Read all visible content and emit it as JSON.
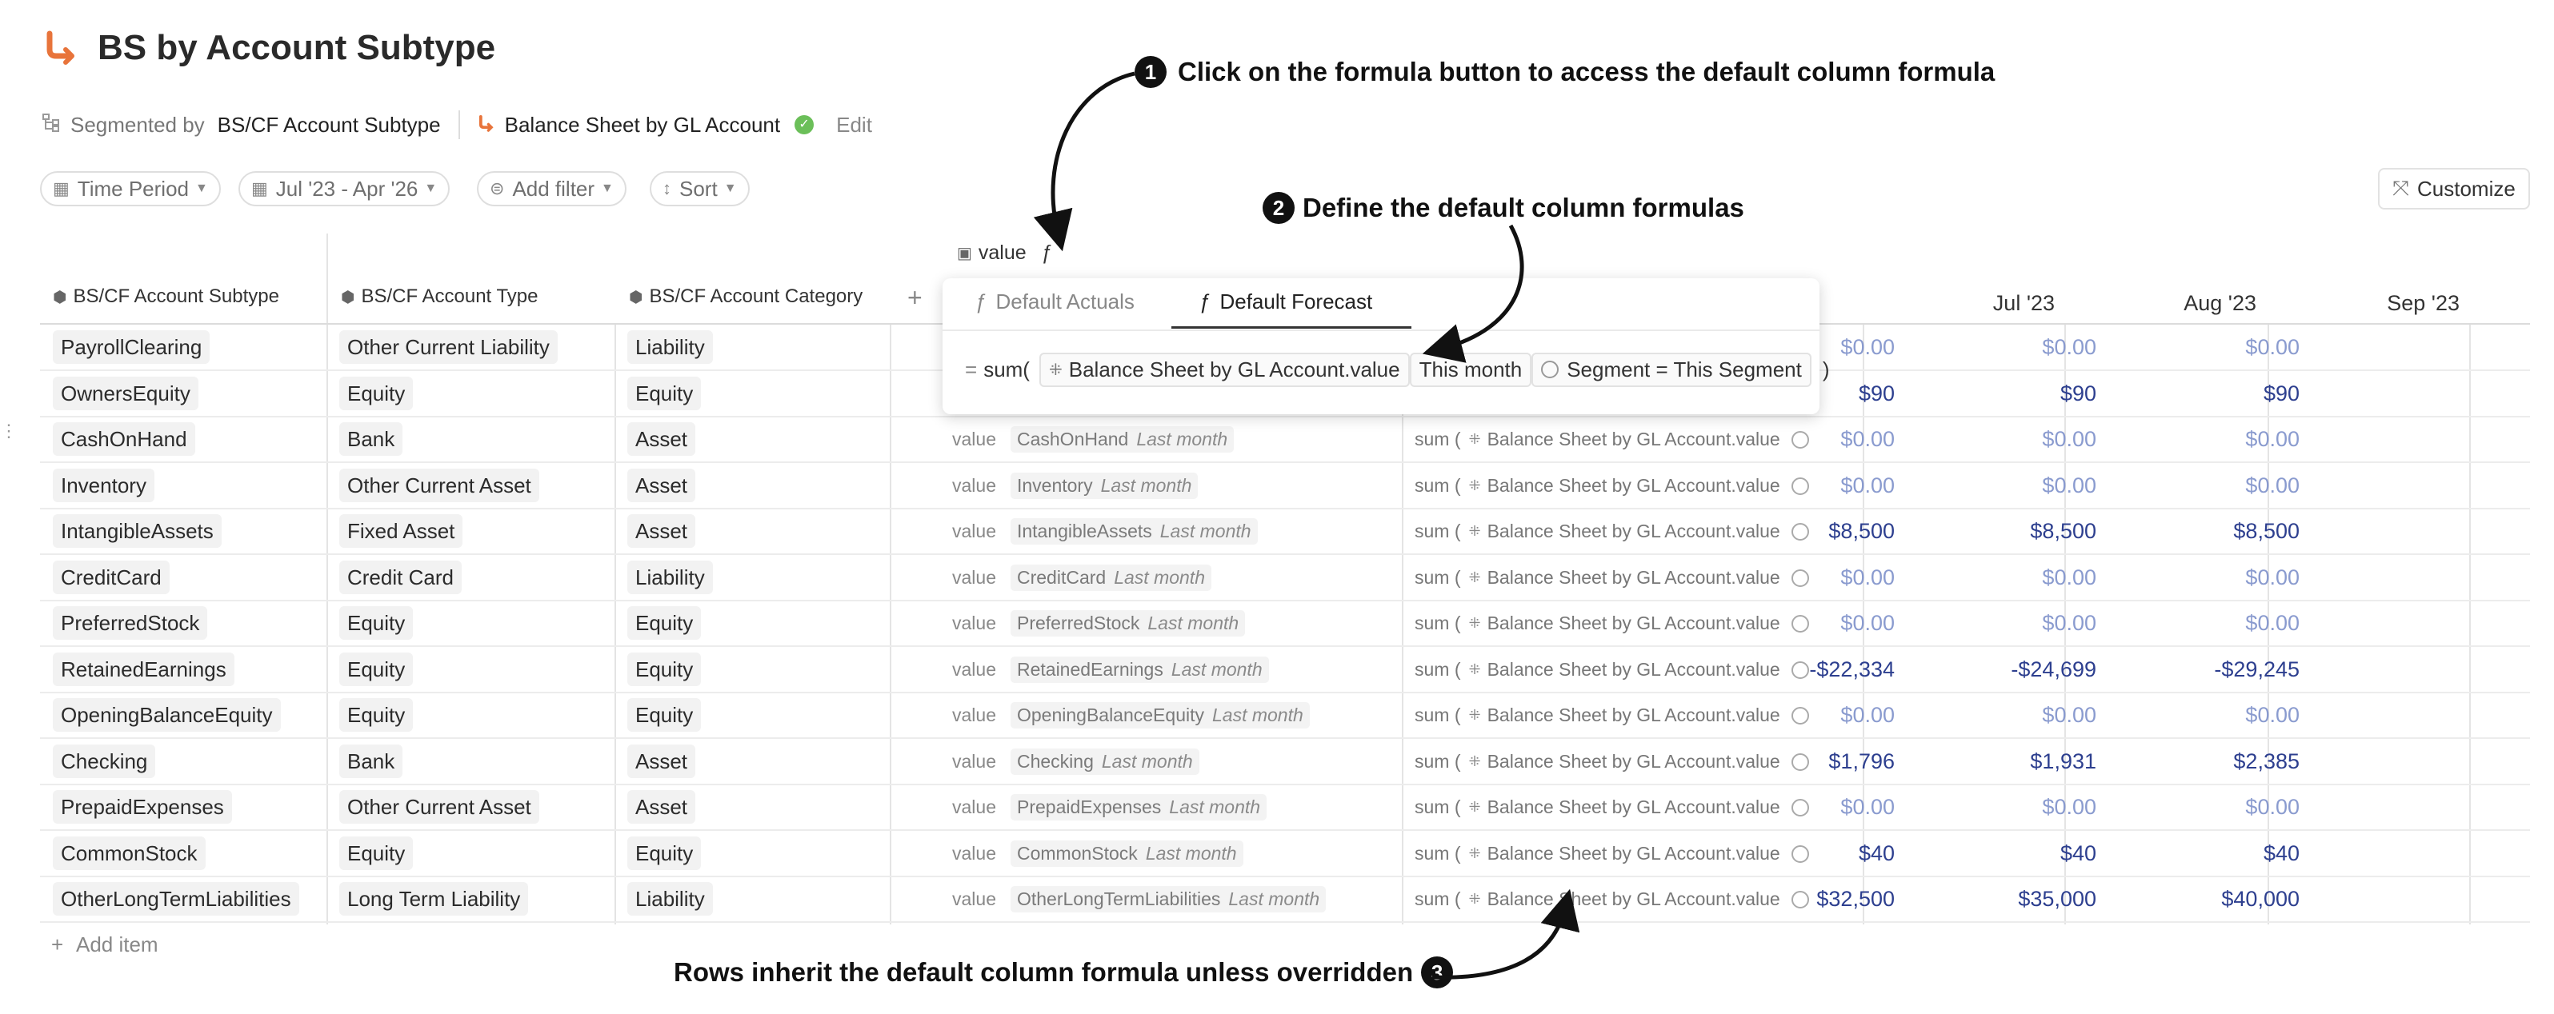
{
  "page": {
    "title": "BS by Account Subtype",
    "segmented_by_label": "Segmented by",
    "segmented_by_value": "BS/CF Account Subtype",
    "source_name": "Balance Sheet by GL Account",
    "edit_label": "Edit",
    "customize_label": "Customize",
    "add_item_label": "Add item",
    "add_column_label": "+"
  },
  "filters": [
    {
      "label": "Time Period",
      "icon": "calendar-icon"
    },
    {
      "label": "Jul '23 - Apr '26",
      "icon": "calendar-icon"
    },
    {
      "label": "Add filter",
      "icon": "filter-icon"
    },
    {
      "label": "Sort",
      "icon": "sort-icon"
    }
  ],
  "columns": {
    "subtype": "BS/CF Account Subtype",
    "type": "BS/CF Account Type",
    "category": "BS/CF Account Category",
    "value": "value",
    "months": [
      "Jul '23",
      "Aug '23",
      "Sep '23"
    ]
  },
  "popover": {
    "tab_actuals": "Default Actuals",
    "tab_forecast": "Default Forecast",
    "eq": "=",
    "fn": "sum(",
    "ref": "Balance Sheet by GL Account.value",
    "time": "This month",
    "filter": "Segment = This Segment",
    "close": ")"
  },
  "row_formula": {
    "kw": "value",
    "time": "Last month",
    "fn": "sum (",
    "ref": "Balance Sheet by GL Account.value"
  },
  "rows": [
    {
      "subtype": "PayrollClearing",
      "type": "Other Current Liability",
      "category": "Liability",
      "values": [
        "$0.00",
        "$0.00",
        "$0.00"
      ]
    },
    {
      "subtype": "OwnersEquity",
      "type": "Equity",
      "category": "Equity",
      "values": [
        "$90",
        "$90",
        "$90"
      ]
    },
    {
      "subtype": "CashOnHand",
      "type": "Bank",
      "category": "Asset",
      "values": [
        "$0.00",
        "$0.00",
        "$0.00"
      ]
    },
    {
      "subtype": "Inventory",
      "type": "Other Current Asset",
      "category": "Asset",
      "values": [
        "$0.00",
        "$0.00",
        "$0.00"
      ]
    },
    {
      "subtype": "IntangibleAssets",
      "type": "Fixed Asset",
      "category": "Asset",
      "values": [
        "$8,500",
        "$8,500",
        "$8,500"
      ]
    },
    {
      "subtype": "CreditCard",
      "type": "Credit Card",
      "category": "Liability",
      "values": [
        "$0.00",
        "$0.00",
        "$0.00"
      ]
    },
    {
      "subtype": "PreferredStock",
      "type": "Equity",
      "category": "Equity",
      "values": [
        "$0.00",
        "$0.00",
        "$0.00"
      ]
    },
    {
      "subtype": "RetainedEarnings",
      "type": "Equity",
      "category": "Equity",
      "values": [
        "-$22,334",
        "-$24,699",
        "-$29,245"
      ]
    },
    {
      "subtype": "OpeningBalanceEquity",
      "type": "Equity",
      "category": "Equity",
      "values": [
        "$0.00",
        "$0.00",
        "$0.00"
      ]
    },
    {
      "subtype": "Checking",
      "type": "Bank",
      "category": "Asset",
      "values": [
        "$1,796",
        "$1,931",
        "$2,385"
      ]
    },
    {
      "subtype": "PrepaidExpenses",
      "type": "Other Current Asset",
      "category": "Asset",
      "values": [
        "$0.00",
        "$0.00",
        "$0.00"
      ]
    },
    {
      "subtype": "CommonStock",
      "type": "Equity",
      "category": "Equity",
      "values": [
        "$40",
        "$40",
        "$40"
      ]
    },
    {
      "subtype": "OtherLongTermLiabilities",
      "type": "Long Term Liability",
      "category": "Liability",
      "values": [
        "$32,500",
        "$35,000",
        "$40,000"
      ]
    }
  ],
  "annotations": [
    {
      "num": "1",
      "text": "Click on the formula button to access the default column formula"
    },
    {
      "num": "2",
      "text": "Define the default column formulas"
    },
    {
      "num": "3",
      "text": "Rows inherit the default column formula unless overridden"
    }
  ],
  "colors": {
    "accent": "#e8743b",
    "value_text": "#2d3f8f",
    "zero_text": "#8a9bcf",
    "check": "#6bbf59"
  }
}
